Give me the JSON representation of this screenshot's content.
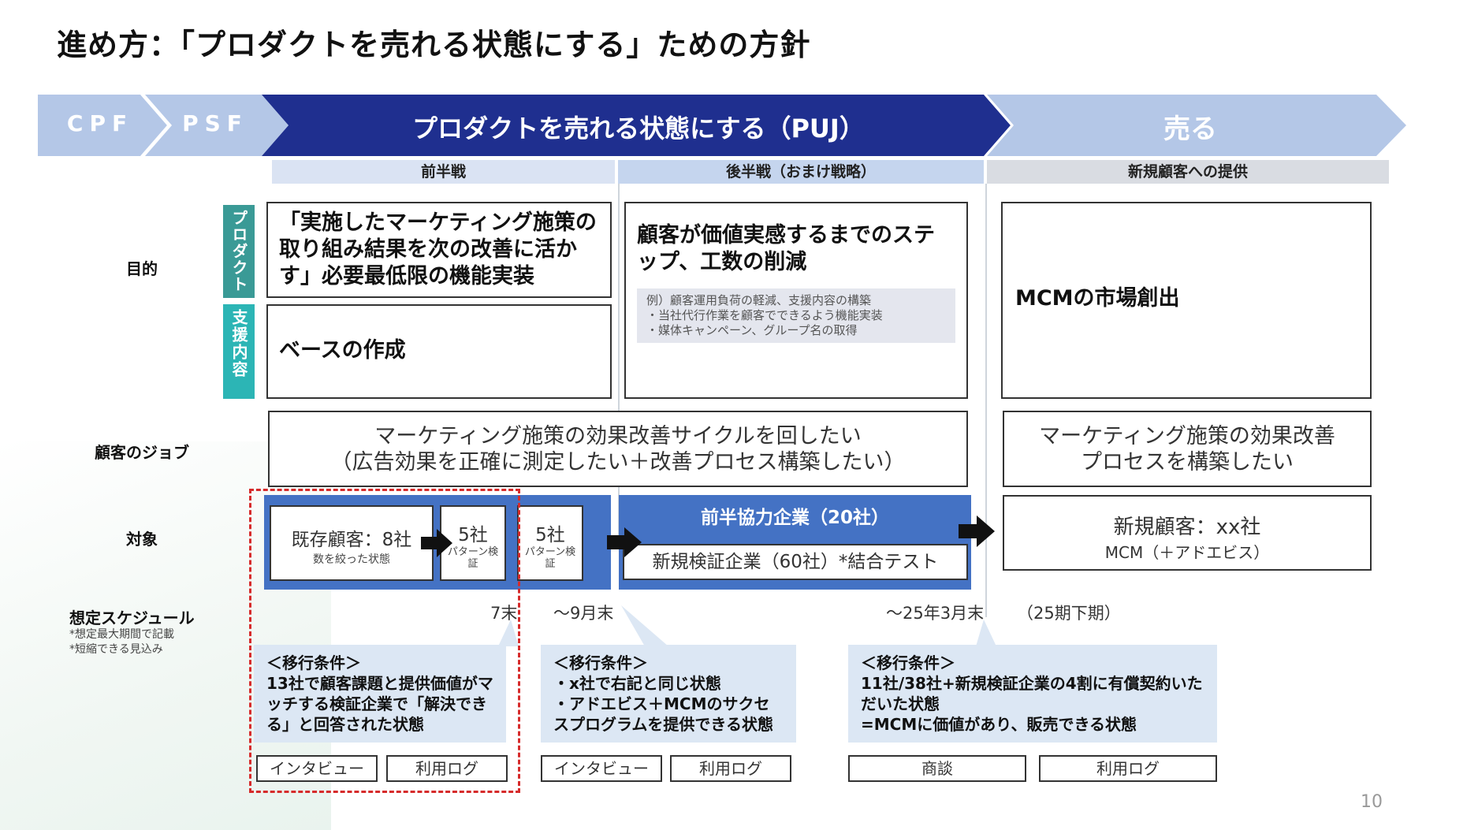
{
  "title": "進め方：「プロダクトを売れる状態にする」ための方針",
  "phases": {
    "cpf": "CPF",
    "psf": "PSF",
    "puj": "プロダクトを売れる状態にする（PUJ）",
    "sell": "売る"
  },
  "subheaders": {
    "first_half": "前半戦",
    "second_half": "後半戦（おまけ戦略）",
    "new_customers": "新規顧客への提供"
  },
  "row_labels": {
    "purpose": "目的",
    "customer_job": "顧客のジョブ",
    "target": "対象",
    "schedule": "想定スケジュール",
    "schedule_note1": "*想定最大期間で記載",
    "schedule_note2": "*短縮できる見込み"
  },
  "side_tabs": {
    "product": "プロダクト",
    "support": "支援内容"
  },
  "purpose": {
    "first_half_product": "「実施したマーケティング施策の取り組み結果を次の改善に活かす」必要最低限の機能実装",
    "first_half_support": "ベースの作成",
    "second_half": "顧客が価値実感するまでのステップ、工数の削減",
    "example_lines": [
      "例）顧客運用負荷の軽減、支援内容の構築",
      "・当社代行作業を顧客でできるよう機能実装",
      "・媒体キャンペーン、グループ名の取得"
    ],
    "sell": "MCMの市場創出"
  },
  "jobs": {
    "main_line1": "マーケティング施策の効果改善サイクルを回したい",
    "main_line2": "（広告効果を正確に測定したい＋改善プロセス構築したい）",
    "sell_line1": "マーケティング施策の効果改善",
    "sell_line2": "プロセスを構築したい"
  },
  "targets": {
    "existing_main": "既存顧客：8社",
    "existing_sub": "数を絞った状態",
    "five_a_main": "5社",
    "five_a_sub": "パターン検証",
    "five_b_main": "5社",
    "five_b_sub": "パターン検証",
    "partners": "前半協力企業（20社）",
    "verification": "新規検証企業（60社）*結合テスト",
    "new_main": "新規顧客：xx社",
    "new_sub": "MCM（＋アドエビス）"
  },
  "schedule": {
    "end_july": "7末",
    "sept": "〜9月末",
    "march": "〜25年3月末",
    "h2": "（25期下期）"
  },
  "conditions": {
    "c1_title": "＜移行条件＞",
    "c1_body": "13社で顧客課題と提供価値がマッチする検証企業で「解決できる」と回答された状態",
    "c2_title": "＜移行条件＞",
    "c2_line1": "・x社で右記と同じ状態",
    "c2_line2": "・アドエビス＋MCMのサクセスプログラムを提供できる状態",
    "c3_title": "＜移行条件＞",
    "c3_body": "11社/38社+新規検証企業の4割に有償契約いただいた状態",
    "c3_line2": "=MCMに価値があり、販売できる状態"
  },
  "evidence": {
    "e1": "インタビュー",
    "e2": "利用ログ",
    "e3": "インタビュー",
    "e4": "利用ログ",
    "e5": "商談",
    "e6": "利用ログ"
  },
  "page_number": "10",
  "colors": {
    "navy": "#1f2f8f",
    "light_blue": "#b4c7e7",
    "mid_blue": "#4472c4",
    "teal": "#3a9a96",
    "cyan": "#2cb5b5",
    "condition_bg": "#dce7f4",
    "dashed_red": "#d62b2b"
  }
}
